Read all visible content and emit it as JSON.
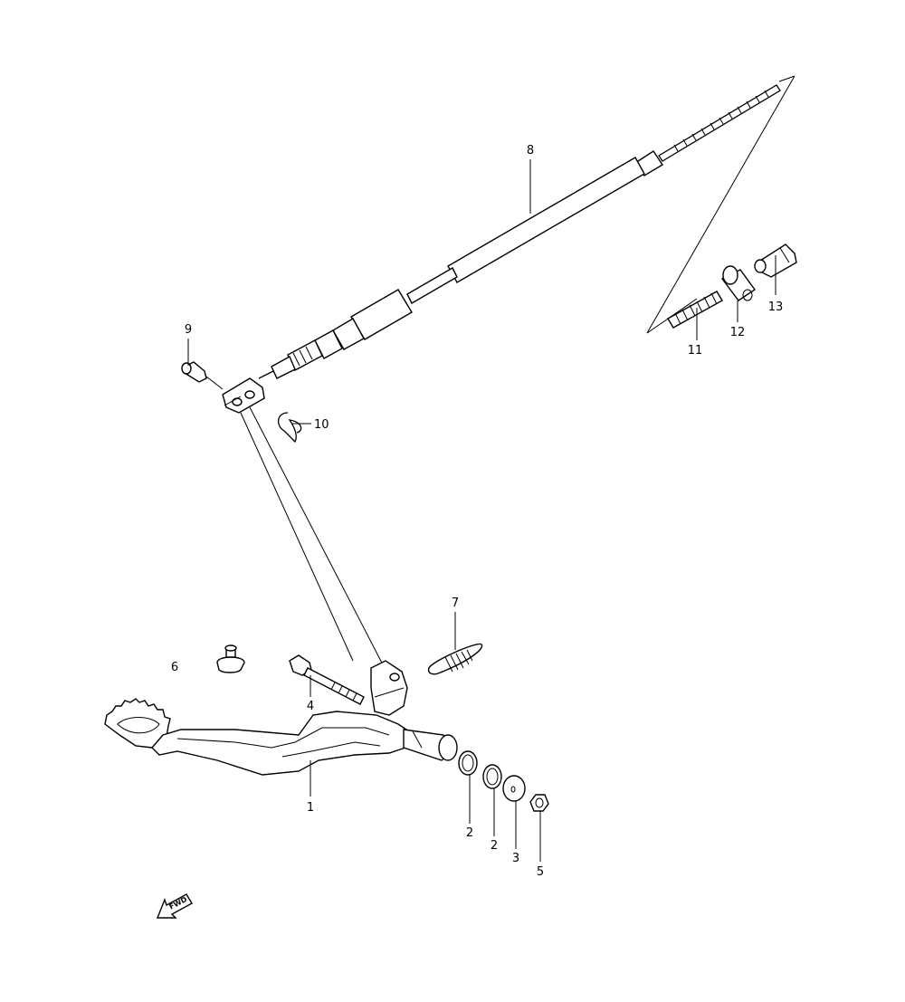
{
  "callouts": {
    "c1": "1",
    "c2a": "2",
    "c2b": "2",
    "c3": "3",
    "c4": "4",
    "c5": "5",
    "c6": "6",
    "c7": "7",
    "c8": "8",
    "c9": "9",
    "c10": "10",
    "c11": "11",
    "c12": "12",
    "c13": "13"
  },
  "arrow": {
    "label": "FWD"
  },
  "colors": {
    "line": "#000000",
    "background": "#ffffff"
  }
}
